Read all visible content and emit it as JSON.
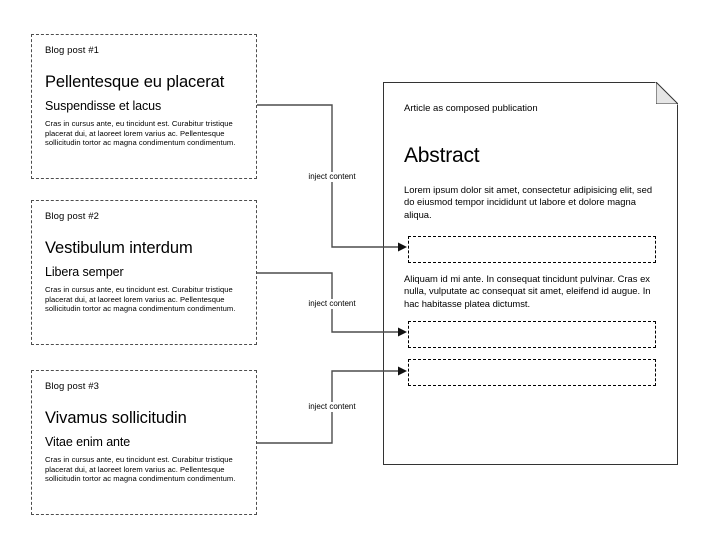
{
  "blog_posts": [
    {
      "eyebrow": "Blog post #1",
      "title": "Pellentesque eu placerat",
      "subtitle": "Suspendisse et lacus",
      "body": "Cras in cursus ante, eu tincidunt est. Curabitur tristique placerat dui, at laoreet lorem varius ac. Pellentesque sollicitudin tortor ac magna condimentum condimentum."
    },
    {
      "eyebrow": "Blog post #2",
      "title": "Vestibulum interdum",
      "subtitle": "Libera semper",
      "body": "Cras in cursus ante, eu tincidunt est. Curabitur tristique placerat dui, at laoreet lorem varius ac. Pellentesque sollicitudin tortor ac magna condimentum condimentum."
    },
    {
      "eyebrow": "Blog post #3",
      "title": "Vivamus sollicitudin",
      "subtitle": "Vitae enim ante",
      "body": "Cras in cursus ante, eu tincidunt est. Curabitur tristique placerat dui, at laoreet lorem varius ac. Pellentesque sollicitudin tortor ac magna condimentum condimentum."
    }
  ],
  "document": {
    "eyebrow": "Article as composed publication",
    "heading": "Abstract",
    "paragraphs": [
      "Lorem ipsum dolor sit amet, consectetur adipisicing elit, sed do eiusmod tempor incididunt ut labore et dolore magna aliqua.",
      "Aliquam id mi ante. In consequat tincidunt pulvinar. Cras ex nulla, vulputate ac consequat sit amet, eleifend id augue. In hac habitasse platea dictumst."
    ],
    "slots": [
      {
        "label": ""
      },
      {
        "label": ""
      },
      {
        "label": ""
      }
    ]
  },
  "connectors": [
    {
      "label": "inject content"
    },
    {
      "label": "inject content"
    },
    {
      "label": "inject content"
    }
  ],
  "colors": {
    "stroke": "#4d4d4d",
    "document_border": "#333333",
    "fold_fill": "#e6e6e6",
    "text": "#000000",
    "background": "#ffffff"
  }
}
